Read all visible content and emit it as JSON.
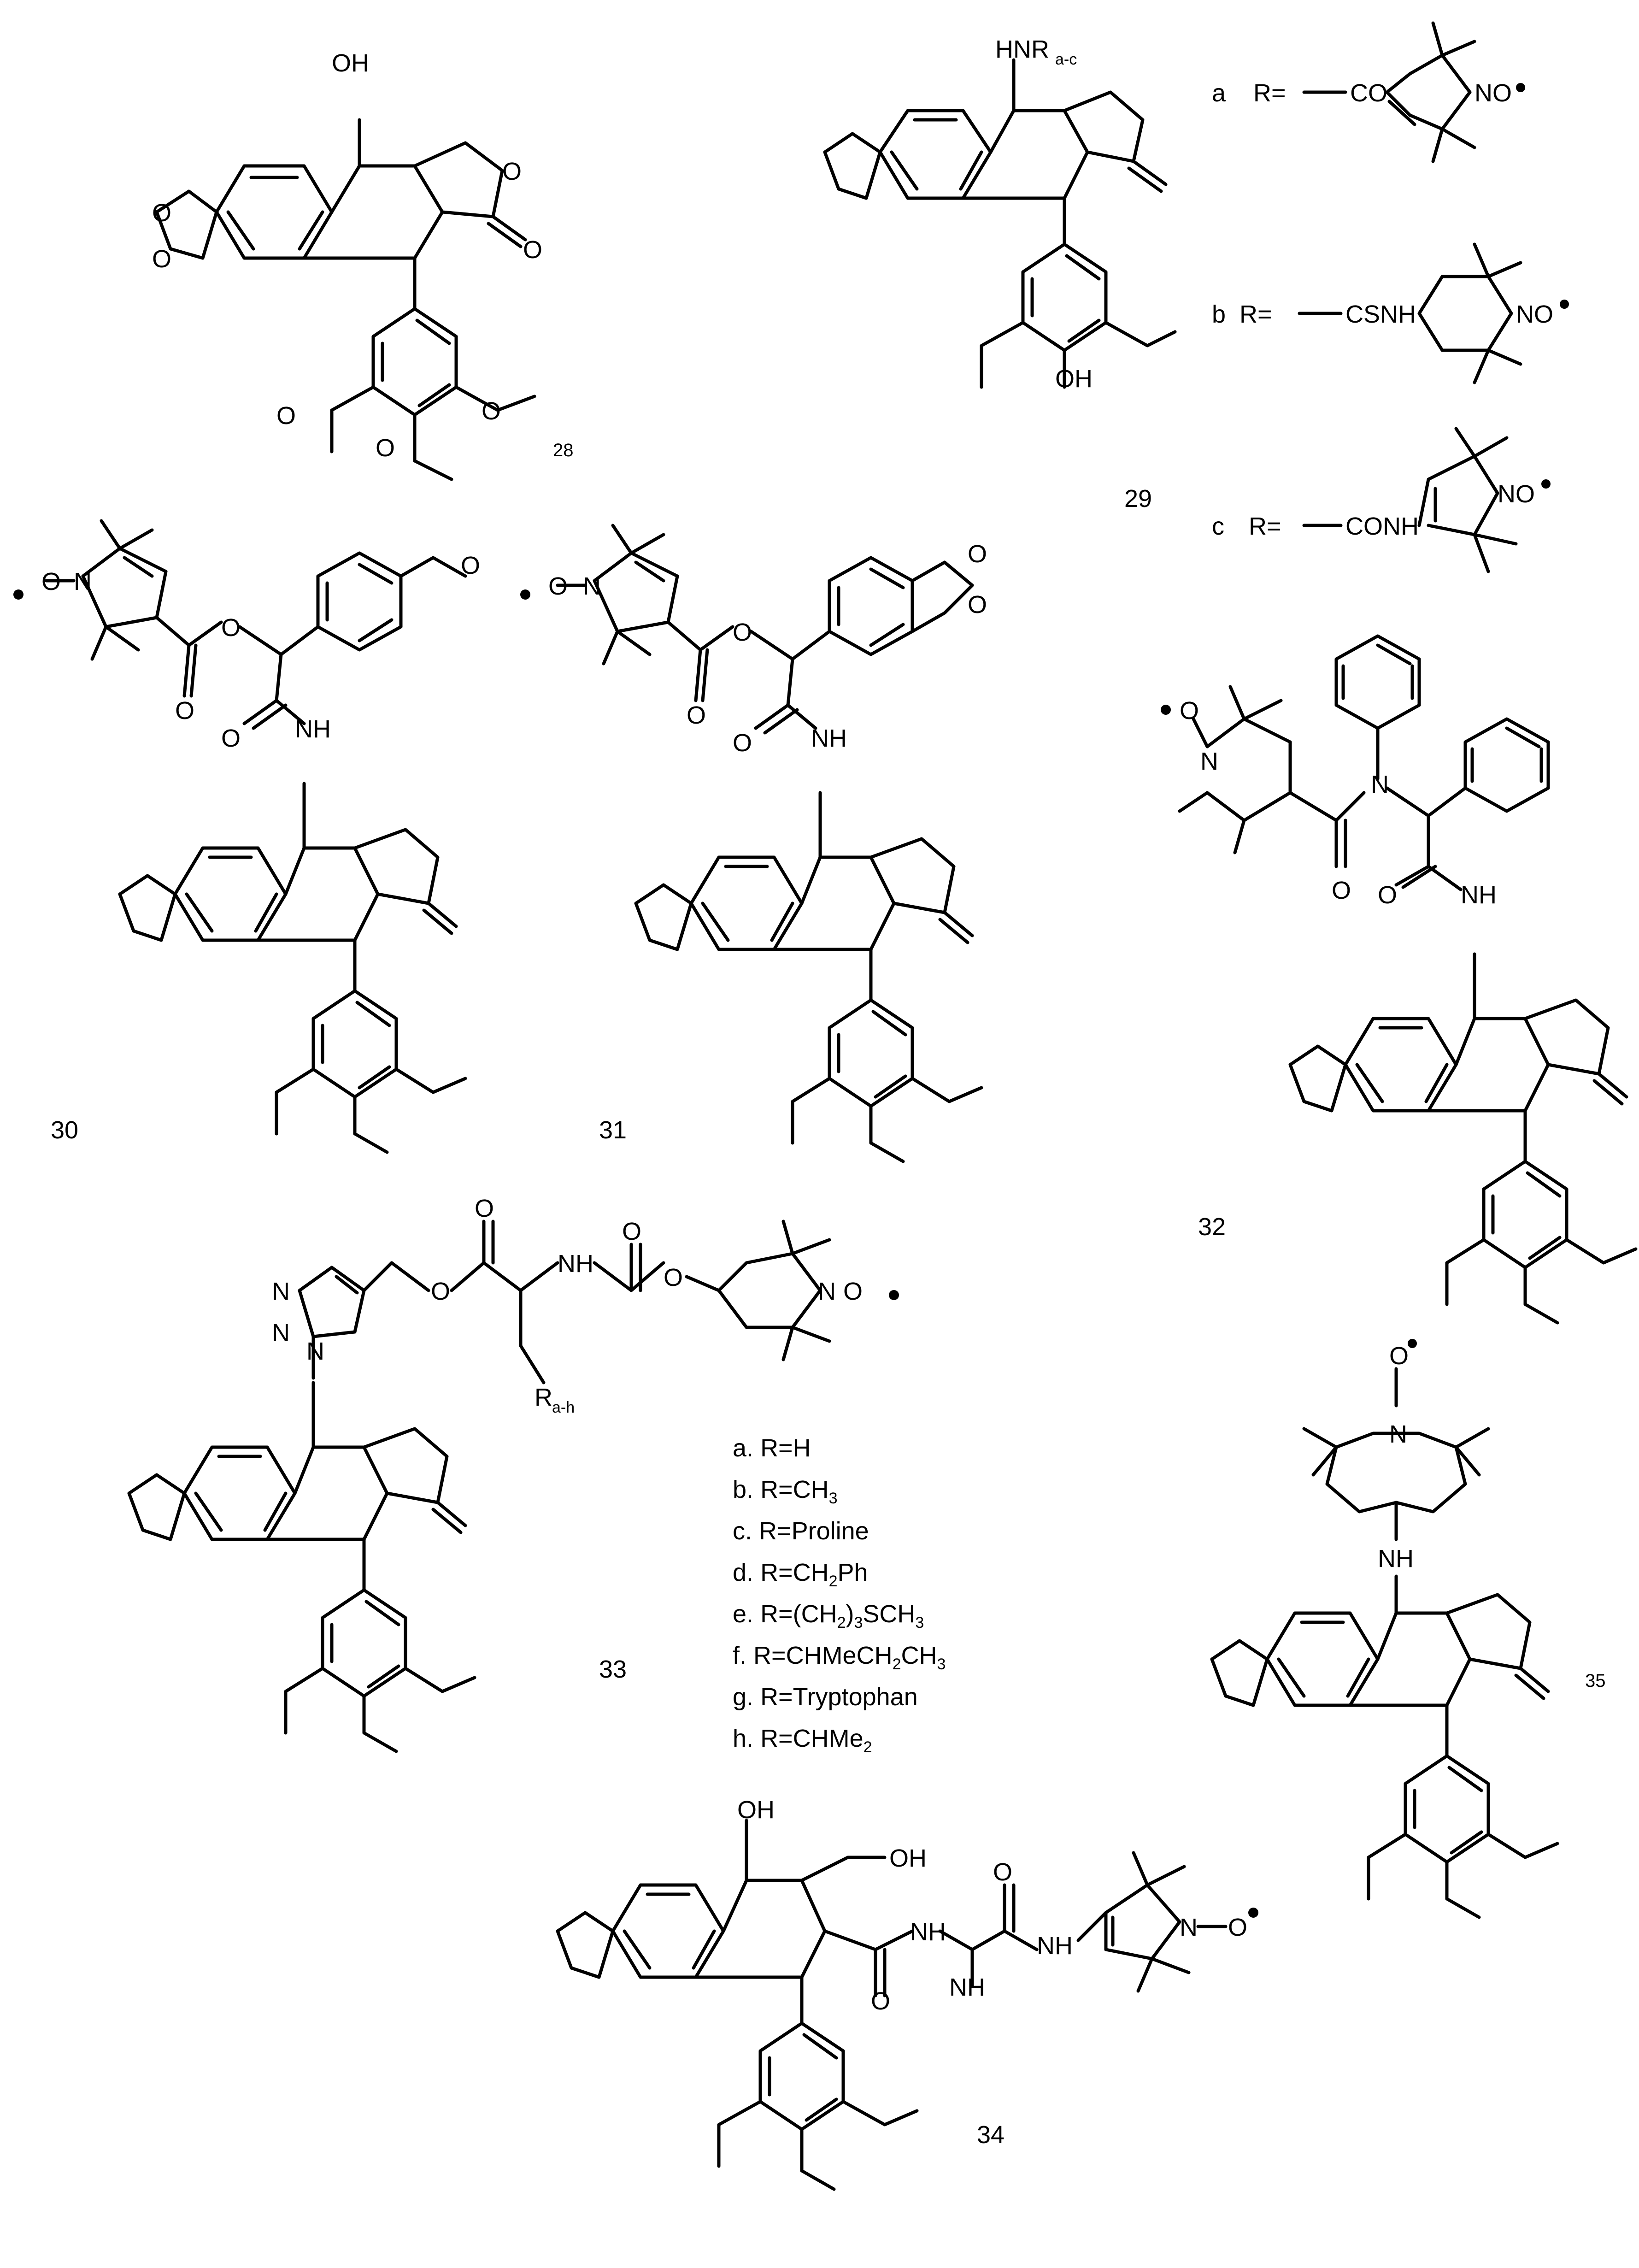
{
  "compounds": {
    "c28": {
      "number": "28",
      "labels": {
        "oh": "OH"
      }
    },
    "c29": {
      "number": "29",
      "labels": {
        "nh": "HNR",
        "nh_sub": "a-c",
        "oh": "OH"
      },
      "r_defs": [
        {
          "letter": "a",
          "prefix": "R=",
          "group": "CO",
          "nitroxide": "NO"
        },
        {
          "letter": "b",
          "prefix": "R=",
          "group": "CSNH",
          "nitroxide": "NO"
        },
        {
          "letter": "c",
          "prefix": "R=",
          "group": "CONH",
          "nitroxide": "NO"
        }
      ]
    },
    "c30": {
      "number": "30",
      "labels": {
        "n": "N",
        "nh": "NH"
      }
    },
    "c31": {
      "number": "31",
      "labels": {
        "n": "N",
        "nh": "NH"
      }
    },
    "c32": {
      "number": "32",
      "labels": {
        "n_pip": "N",
        "n_amide": "N",
        "nh": "NH"
      }
    },
    "c33": {
      "number": "33",
      "labels": {
        "n1": "N",
        "n2": "N",
        "n3": "N",
        "nh": "NH",
        "n_pip": "N",
        "r_main": "R",
        "r_sub": "a-h"
      },
      "r_list": [
        {
          "letter": "a.",
          "value": "R=H"
        },
        {
          "letter": "b.",
          "value": "R=CH",
          "sub": "3"
        },
        {
          "letter": "c.",
          "value": "R=Proline"
        },
        {
          "letter": "d.",
          "value": "R=CH",
          "sub": "2",
          "tail": "Ph"
        },
        {
          "letter": "e.",
          "value": "R=(CH",
          "sub": "2",
          "tail": ")",
          "sub2": "3",
          "tail2": "SCH",
          "sub3": "3"
        },
        {
          "letter": "f.",
          "value": "R=CHMeCH",
          "sub": "2",
          "tail": "CH",
          "sub2": "3"
        },
        {
          "letter": "g.",
          "value": "R=Tryptophan"
        },
        {
          "letter": "h.",
          "value": "R=CHMe",
          "sub": "2"
        }
      ]
    },
    "c34": {
      "number": "34",
      "labels": {
        "oh1": "OH",
        "oh2": "OH",
        "nh1": "NH",
        "nh2": "NH",
        "nh3": "NH",
        "n": "N"
      }
    },
    "c35": {
      "number": "35",
      "labels": {
        "n_pip": "N",
        "nh": "NH"
      }
    }
  },
  "common_labels": {
    "O": "O",
    "radical": "•"
  }
}
